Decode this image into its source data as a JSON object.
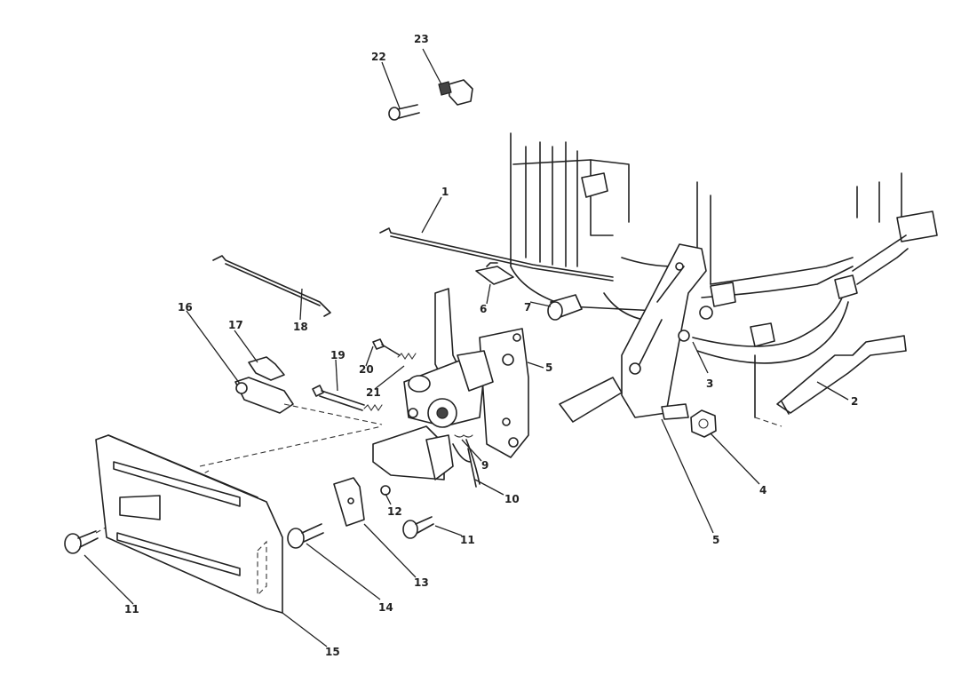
{
  "diagram": {
    "colors": {
      "ink": "#222222",
      "paper": "#ffffff"
    },
    "callouts": [
      {
        "id": "c1",
        "text": "1"
      },
      {
        "id": "c2",
        "text": "2"
      },
      {
        "id": "c3",
        "text": "3"
      },
      {
        "id": "c4",
        "text": "4"
      },
      {
        "id": "c5a",
        "text": "5"
      },
      {
        "id": "c5b",
        "text": "5"
      },
      {
        "id": "c6",
        "text": "6"
      },
      {
        "id": "c7",
        "text": "7"
      },
      {
        "id": "c9",
        "text": "9"
      },
      {
        "id": "c10",
        "text": "10"
      },
      {
        "id": "c11a",
        "text": "11"
      },
      {
        "id": "c11b",
        "text": "11"
      },
      {
        "id": "c12",
        "text": "12"
      },
      {
        "id": "c13",
        "text": "13"
      },
      {
        "id": "c14",
        "text": "14"
      },
      {
        "id": "c15",
        "text": "15"
      },
      {
        "id": "c16",
        "text": "16"
      },
      {
        "id": "c17",
        "text": "17"
      },
      {
        "id": "c18",
        "text": "18"
      },
      {
        "id": "c19",
        "text": "19"
      },
      {
        "id": "c20",
        "text": "20"
      },
      {
        "id": "c21",
        "text": "21"
      },
      {
        "id": "c22",
        "text": "22"
      },
      {
        "id": "c23",
        "text": "23"
      }
    ]
  }
}
